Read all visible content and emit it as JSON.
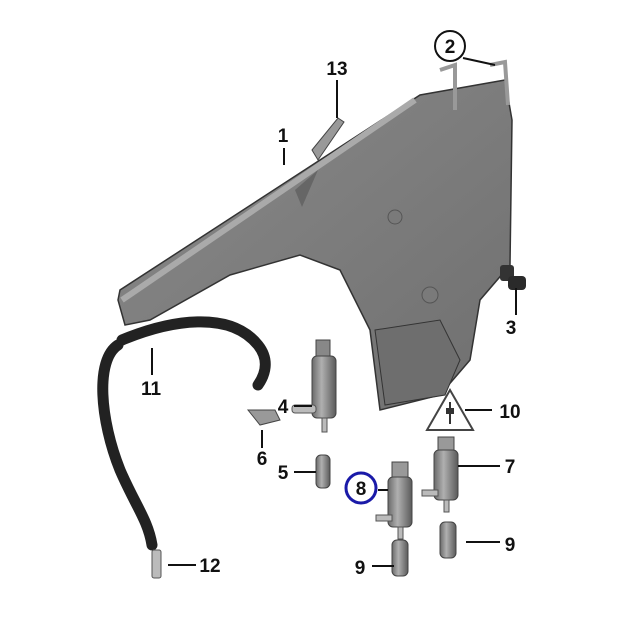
{
  "diagram": {
    "title": "Windshield washer reservoir parts diagram",
    "callouts": [
      {
        "num": "1",
        "part": "washer-reservoir"
      },
      {
        "num": "2",
        "part": "filler-neck-clips",
        "circled": true
      },
      {
        "num": "3",
        "part": "level-sensor"
      },
      {
        "num": "4",
        "part": "washer-pump-headlight"
      },
      {
        "num": "5",
        "part": "grommet"
      },
      {
        "num": "6",
        "part": "connector-elbow"
      },
      {
        "num": "7",
        "part": "washer-pump"
      },
      {
        "num": "8",
        "part": "washer-pump-rear",
        "circled": true,
        "highlight": "#1a1aa8"
      },
      {
        "num": "9",
        "part": "grommet"
      },
      {
        "num": "9",
        "part": "grommet"
      },
      {
        "num": "10",
        "part": "electrical-warning-symbol"
      },
      {
        "num": "11",
        "part": "washer-hose"
      },
      {
        "num": "12",
        "part": "hose-connector"
      },
      {
        "num": "13",
        "part": "bracket"
      }
    ]
  }
}
